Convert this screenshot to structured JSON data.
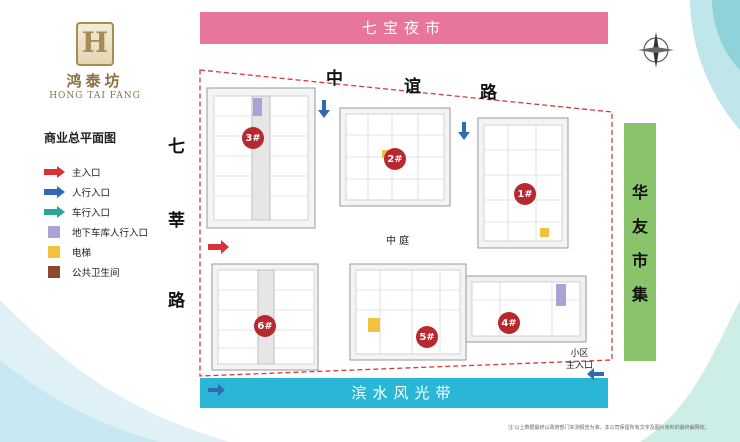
{
  "brand": {
    "name_cn": "鸿泰坊",
    "name_en": "HONG TAI FANG",
    "logo_letter": "H"
  },
  "legend": {
    "title": "商业总平面图",
    "items": [
      {
        "label": "主入口",
        "icon": "main-entrance-arrow-icon",
        "color": "#d8323a"
      },
      {
        "label": "人行入口",
        "icon": "pedestrian-entrance-arrow-icon",
        "color": "#2f6bb5"
      },
      {
        "label": "车行入口",
        "icon": "vehicle-entrance-arrow-icon",
        "color": "#2aa59a"
      },
      {
        "label": "地下车库人行入口",
        "icon": "garage-entrance-square-icon",
        "color": "#a9a3d6"
      },
      {
        "label": "电梯",
        "icon": "elevator-square-icon",
        "color": "#f2c23c"
      },
      {
        "label": "公共卫生间",
        "icon": "restroom-square-icon",
        "color": "#8a4a2f"
      }
    ]
  },
  "roads": {
    "north": "七宝夜市",
    "north_road": [
      "中",
      "谊",
      "路"
    ],
    "west_road": [
      "七",
      "莘",
      "路"
    ],
    "east": [
      "华",
      "友",
      "市",
      "集"
    ],
    "south": "滨水风光带"
  },
  "courtyard": "中 庭",
  "estate_entrance": [
    "小区",
    "主入口"
  ],
  "buildings": [
    {
      "id": "b3",
      "label": "3#"
    },
    {
      "id": "b2",
      "label": "2#"
    },
    {
      "id": "b1",
      "label": "1#"
    },
    {
      "id": "b6",
      "label": "6#"
    },
    {
      "id": "b5",
      "label": "5#"
    },
    {
      "id": "b4",
      "label": "4#"
    }
  ],
  "footnote": "注:以上数据最终以政府部门实测报告为准，本公司保留所有文字及图片资料的最终解释权。",
  "colors": {
    "north_banner": "#e8769a",
    "east_banner": "#8ac46a",
    "south_banner": "#2ab6d6",
    "boundary": "#d93a3a",
    "building_number": "#b8282e"
  }
}
